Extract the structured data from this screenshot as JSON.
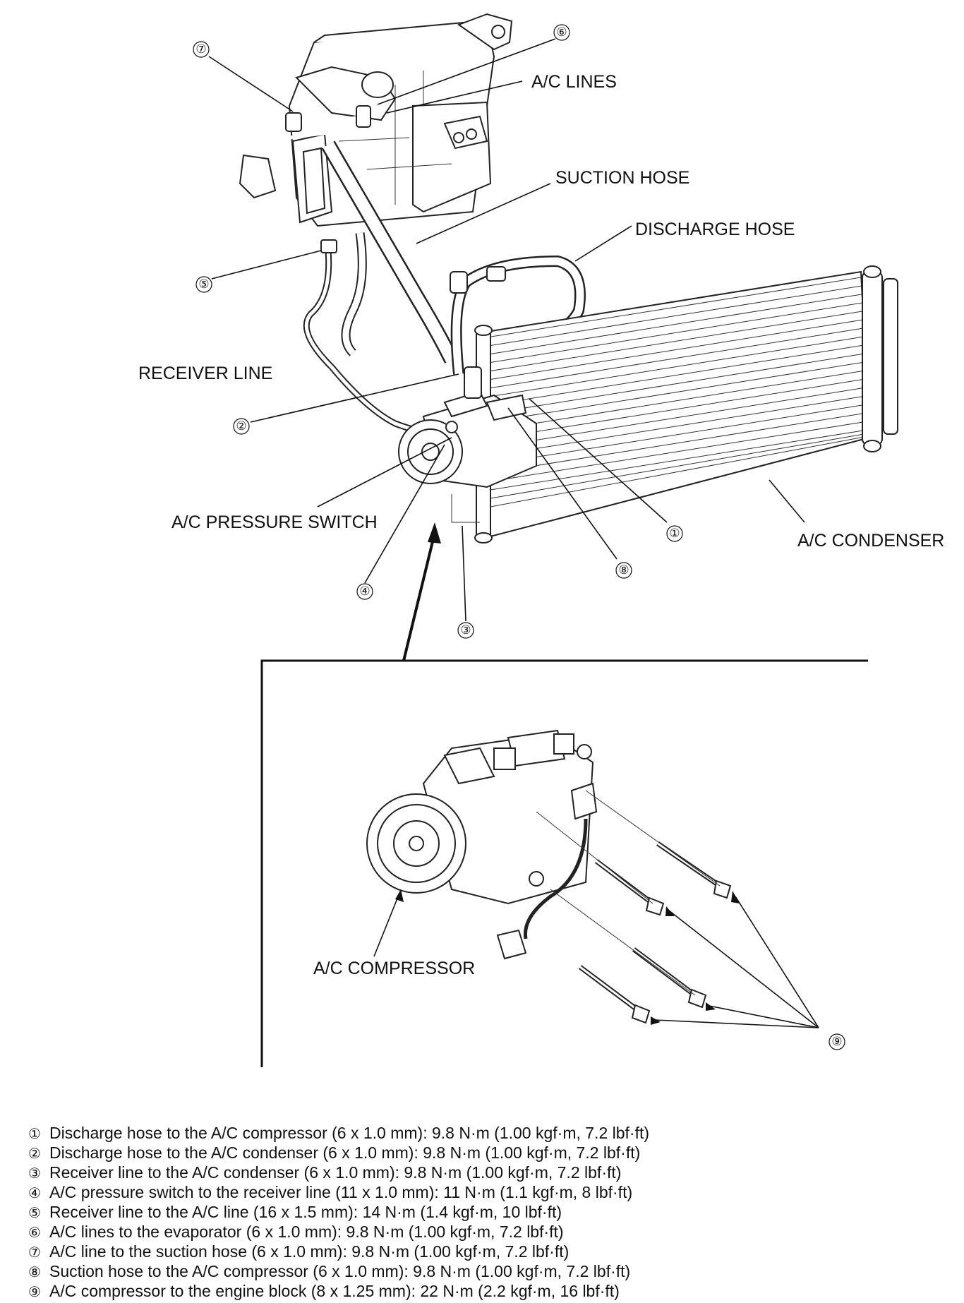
{
  "diagram": {
    "labels": {
      "ac_lines": "A/C LINES",
      "suction_hose": "SUCTION HOSE",
      "discharge_hose": "DISCHARGE HOSE",
      "receiver_line": "RECEIVER LINE",
      "pressure_switch": "A/C PRESSURE SWITCH",
      "condenser": "A/C CONDENSER",
      "compressor": "A/C COMPRESSOR"
    },
    "callouts": {
      "c1": "①",
      "c2": "②",
      "c3": "③",
      "c4": "④",
      "c5": "⑤",
      "c6": "⑥",
      "c7": "⑦",
      "c8": "⑧",
      "c9": "⑨"
    }
  },
  "legend": [
    {
      "num": "①",
      "text": "Discharge hose to the A/C compressor (6 x 1.0 mm): 9.8 N·m (1.00 kgf·m, 7.2 lbf·ft)"
    },
    {
      "num": "②",
      "text": "Discharge hose to the A/C condenser (6 x 1.0 mm): 9.8 N·m (1.00 kgf·m, 7.2 lbf·ft)"
    },
    {
      "num": "③",
      "text": "Receiver line to the A/C condenser (6 x 1.0 mm): 9.8 N·m (1.00 kgf·m, 7.2 lbf·ft)"
    },
    {
      "num": "④",
      "text": "A/C pressure switch to the receiver line (11 x 1.0 mm): 11 N·m (1.1 kgf·m, 8 lbf·ft)"
    },
    {
      "num": "⑤",
      "text": "Receiver line to the A/C line (16 x 1.5 mm): 14 N·m (1.4 kgf·m, 10 lbf·ft)"
    },
    {
      "num": "⑥",
      "text": "A/C lines to the evaporator (6 x 1.0 mm): 9.8 N·m (1.00 kgf·m, 7.2 lbf·ft)"
    },
    {
      "num": "⑦",
      "text": "A/C line to the suction hose (6 x 1.0 mm): 9.8 N·m (1.00 kgf·m, 7.2 lbf·ft)"
    },
    {
      "num": "⑧",
      "text": "Suction hose to the A/C compressor (6 x 1.0 mm): 9.8 N·m (1.00 kgf·m, 7.2 lbf·ft)"
    },
    {
      "num": "⑨",
      "text": "A/C compressor to the engine block (8 x 1.25 mm): 22 N·m (2.2 kgf·m, 16 lbf·ft)"
    }
  ]
}
